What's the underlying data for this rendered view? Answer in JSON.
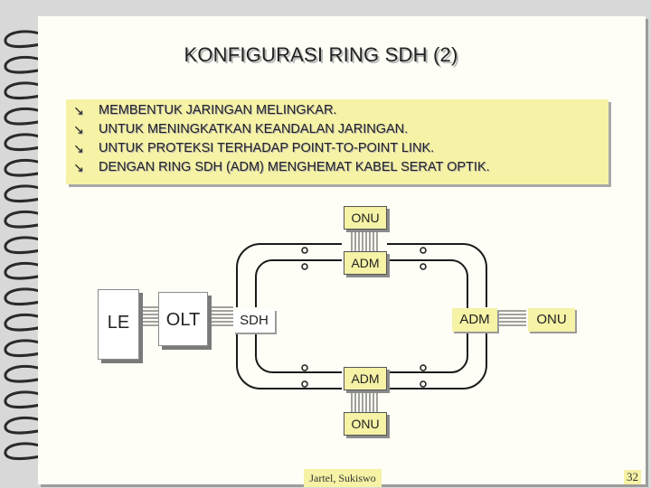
{
  "slide": {
    "title": "KONFIGURASI RING SDH (2)",
    "bullet_marker": "à",
    "bullets": [
      "MEMBENTUK JARINGAN MELINGKAR.",
      "UNTUK MENINGKATKAN KEANDALAN JARINGAN.",
      "UNTUK PROTEKSI TERHADAP POINT-TO-POINT LINK.",
      "DENGAN RING SDH (ADM) MENGHEMAT KABEL SERAT OPTIK."
    ],
    "footer": "Jartel, Sukiswo",
    "page_number": "32"
  },
  "diagram": {
    "le": "LE",
    "olt": "OLT",
    "ring_label": "SDH",
    "adm_top": "ADM",
    "adm_right": "ADM",
    "adm_bottom": "ADM",
    "onu_top": "ONU",
    "onu_right": "ONU",
    "onu_bottom": "ONU"
  },
  "colors": {
    "background": "#fffef6",
    "highlight": "#f6f2a6",
    "ring": "#1a1a1a"
  }
}
